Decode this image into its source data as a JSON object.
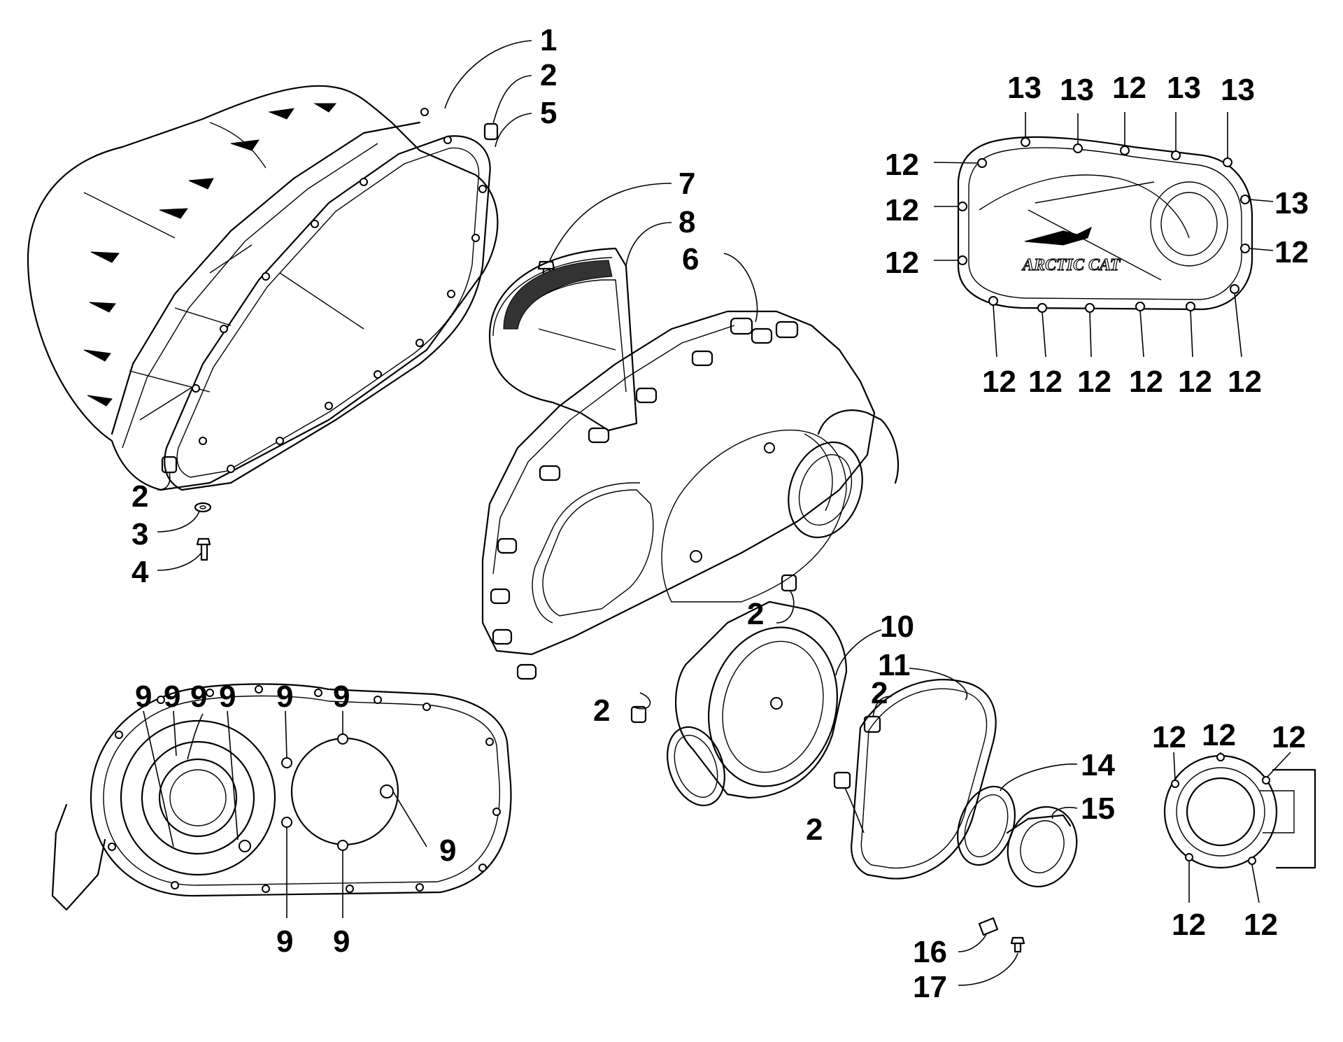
{
  "brand_logo_text": "ARCTIC CAT",
  "callouts": {
    "c1": "1",
    "c2a": "2",
    "c5": "5",
    "c2b": "2",
    "c3": "3",
    "c4": "4",
    "c7": "7",
    "c8": "8",
    "c6": "6",
    "c2c": "2",
    "c2d": "2",
    "c13a": "13",
    "c13b": "13",
    "c12a": "12",
    "c13c": "13",
    "c13d": "13",
    "c12b": "12",
    "c13e": "13",
    "c12c": "12",
    "c12d": "12",
    "c12e": "12",
    "c12f": "12",
    "c12g": "12",
    "c12h": "12",
    "c12i": "12",
    "c12j": "12",
    "c12k": "12",
    "c9a": "9",
    "c9b": "9",
    "c9c": "9",
    "c9d": "9",
    "c9e": "9",
    "c9f": "9",
    "c9g": "9",
    "c9h": "9",
    "c9i": "9",
    "c10": "10",
    "c11": "11",
    "c2e": "2",
    "c2f": "2",
    "c14": "14",
    "c15": "15",
    "c16": "16",
    "c17": "17",
    "c12l": "12",
    "c12m": "12",
    "c12n": "12",
    "c12o": "12",
    "c12p": "12"
  }
}
